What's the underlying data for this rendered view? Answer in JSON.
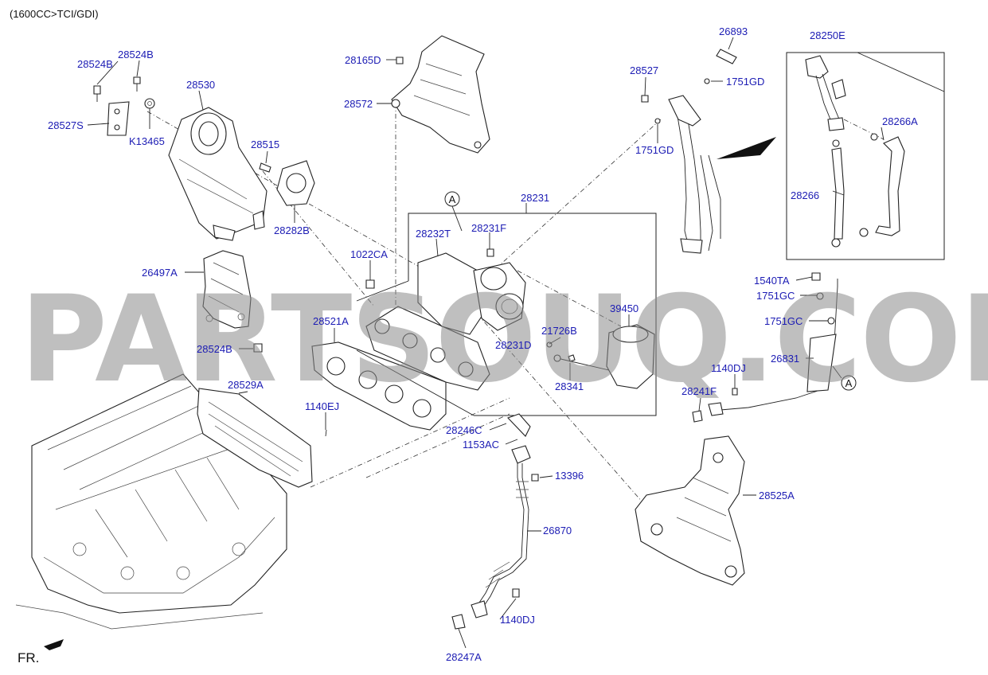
{
  "header": {
    "engine_spec": "(1600CC>TCI/GDI)"
  },
  "watermark": {
    "text": "PARTSOUQ.COM",
    "color": "#8a8a8a"
  },
  "orientation": {
    "front_label": "FR."
  },
  "reference_marks": [
    "A",
    "A"
  ],
  "callouts": {
    "c28524B_1": "28524B",
    "c28524B_2": "28524B",
    "c28530": "28530",
    "c28527S": "28527S",
    "cK13465": "K13465",
    "c28515": "28515",
    "c28282B": "28282B",
    "c28165D": "28165D",
    "c28572": "28572",
    "c26893": "26893",
    "c28527": "28527",
    "c1751GD_1": "1751GD",
    "c1751GD_2": "1751GD",
    "c28250E": "28250E",
    "c28266A": "28266A",
    "c28266": "28266",
    "c28231": "28231",
    "c28232T": "28232T",
    "c28231F": "28231F",
    "c1022CA": "1022CA",
    "c26497A": "26497A",
    "c28521A": "28521A",
    "c28524B_3": "28524B",
    "c39450": "39450",
    "c21726B": "21726B",
    "c28231D": "28231D",
    "c28341": "28341",
    "c1540TA": "1540TA",
    "c1751GC_1": "1751GC",
    "c1751GC_2": "1751GC",
    "c26831": "26831",
    "c1140DJ_1": "1140DJ",
    "c28241F": "28241F",
    "c28529A": "28529A",
    "c1140EJ": "1140EJ",
    "c28246C": "28246C",
    "c1153AC": "1153AC",
    "c13396": "13396",
    "c28525A": "28525A",
    "c26870": "26870",
    "c1140DJ_2": "1140DJ",
    "c28247A": "28247A"
  }
}
